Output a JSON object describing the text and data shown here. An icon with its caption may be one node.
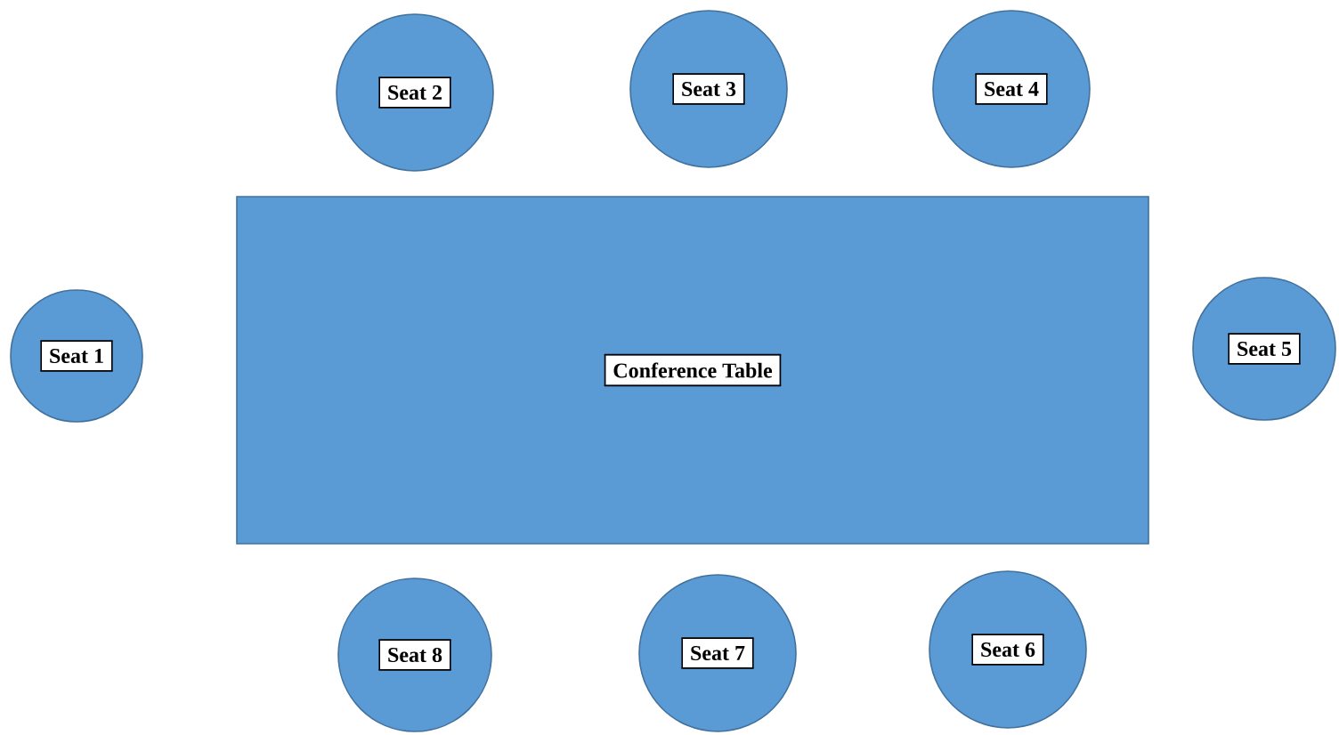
{
  "diagram": {
    "nodes": [
      {
        "text": [
          "Seat 2"
        ]
      },
      {
        "text": [
          "Seat 3"
        ]
      },
      {
        "text": [
          "Seat 4"
        ]
      },
      {
        "text": [
          "Seat 1"
        ]
      },
      {
        "text": [
          "Conference Table"
        ]
      },
      {
        "text": [
          "Seat 5"
        ]
      },
      {
        "text": [
          "Seat 8"
        ]
      },
      {
        "text": [
          "Seat 7"
        ]
      },
      {
        "text": [
          "Seat 6"
        ]
      }
    ]
  }
}
